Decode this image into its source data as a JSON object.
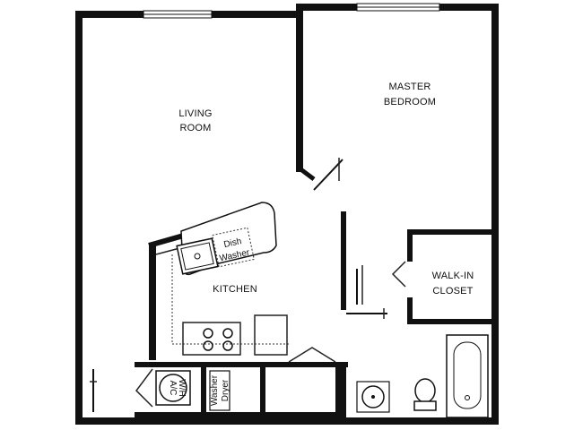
{
  "rooms": {
    "living_room": [
      "LIVING",
      "ROOM"
    ],
    "master_bedroom": [
      "MASTER",
      "BEDROOM"
    ],
    "walk_in_closet": [
      "WALK-IN",
      "CLOSET"
    ],
    "kitchen": "KITCHEN"
  },
  "appliances": {
    "dishwasher": [
      "Dish",
      "Washer"
    ],
    "ac_wh": [
      "A/C",
      "W/H"
    ],
    "washer_dryer": [
      "Washer",
      "Dryer"
    ]
  }
}
